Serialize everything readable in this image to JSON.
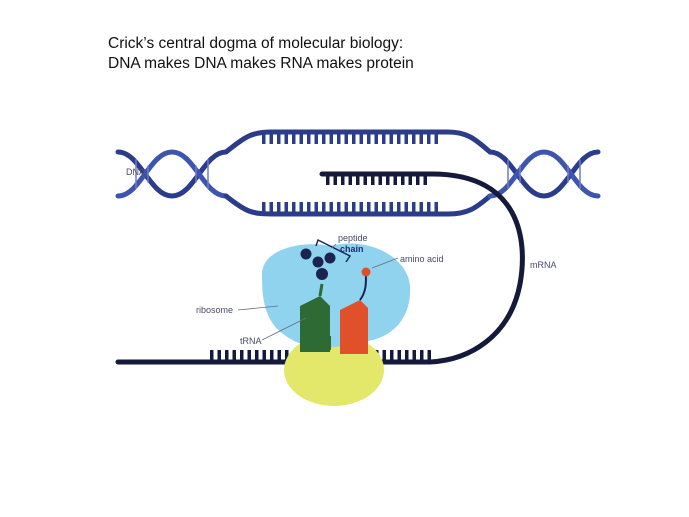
{
  "heading": {
    "line1": "Crick’s central dogma of molecular biology:",
    "line2": "DNA makes DNA  makes RNA makes protein"
  },
  "labels": {
    "dna": "DNA",
    "peptide": "peptide",
    "chain": "chain",
    "amino_acid": "amino acid",
    "mrna": "mRNA",
    "ribosome": "ribosome",
    "trna": "tRNA"
  },
  "colors": {
    "strand": "#2b3d8a",
    "strand_dark": "#1b2350",
    "mrna": "#151a3c",
    "ribosome_large": "#8fd3ef",
    "ribosome_small": "#e4e86a",
    "trna_green": "#2e6b34",
    "trna_orange": "#e0502a",
    "amino_acid": "#e0502a",
    "peptide": "#1b2350",
    "label_text": "#4a4a6a"
  }
}
